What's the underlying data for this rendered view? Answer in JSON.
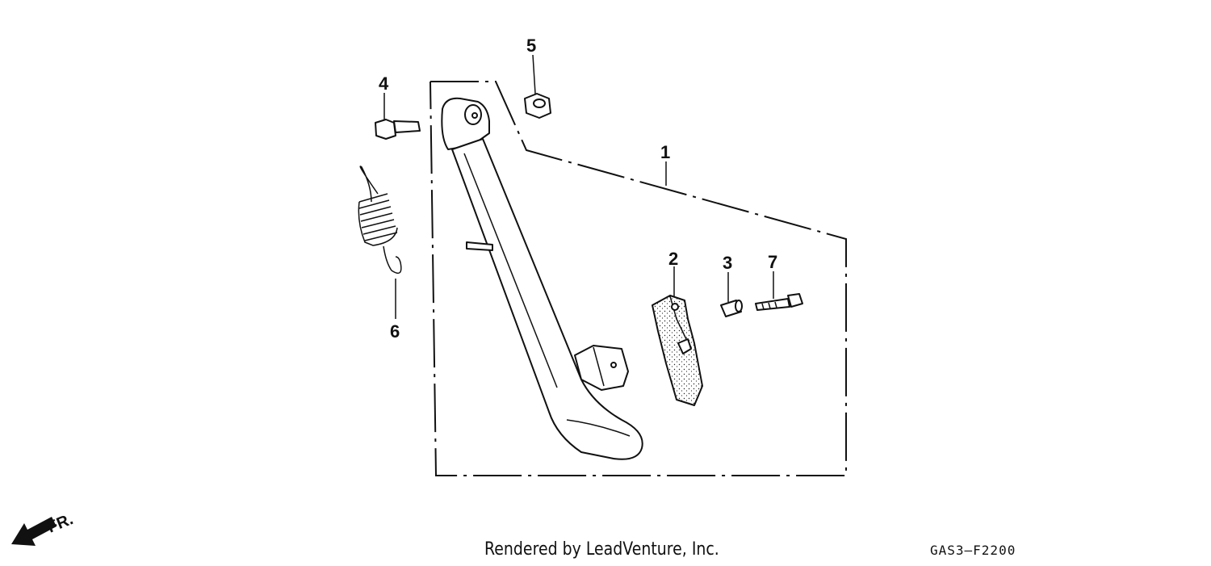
{
  "callouts": {
    "c1": "1",
    "c2": "2",
    "c3": "3",
    "c4": "4",
    "c5": "5",
    "c6": "6",
    "c7": "7"
  },
  "direction_label": "FR.",
  "footer": {
    "credit": "Rendered by LeadVenture, Inc.",
    "code": "GAS3–F2200"
  },
  "icons": {
    "front_arrow": "arrow-left-down-icon"
  }
}
